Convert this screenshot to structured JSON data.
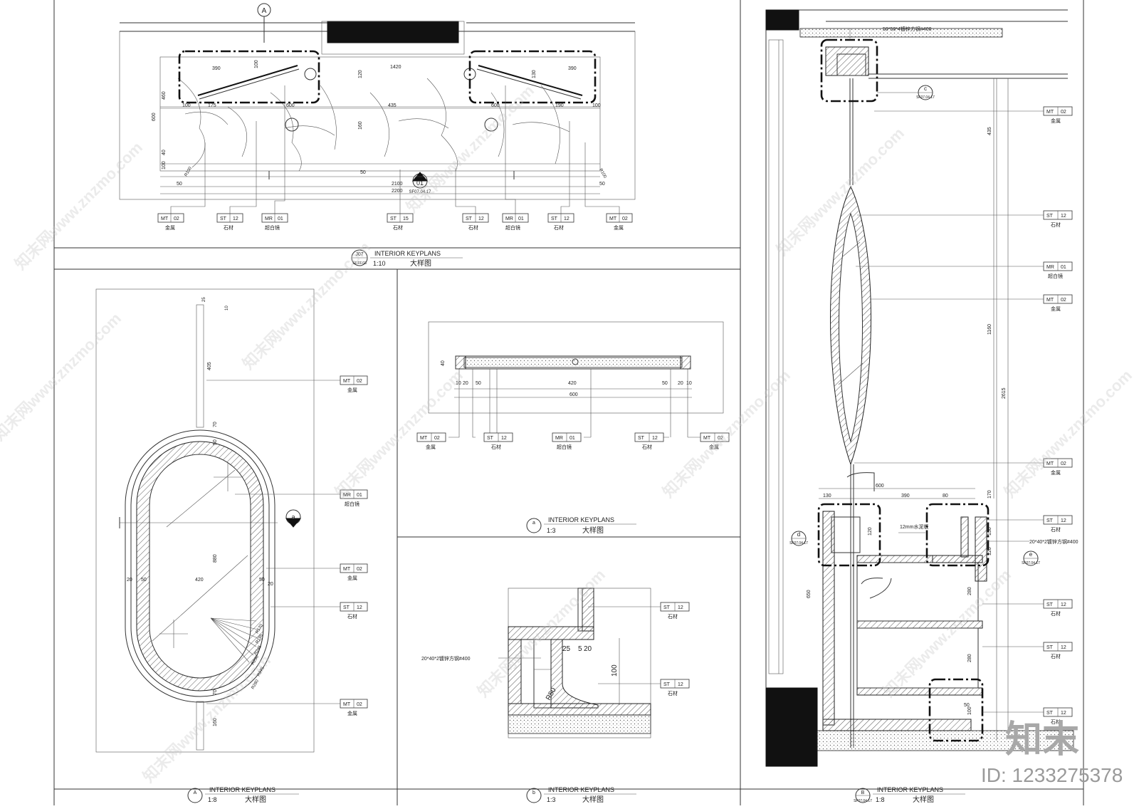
{
  "panels": {
    "top": {
      "marker": "J07",
      "sheet_ref": "SF.FF.03",
      "title_en": "INTERIOR KEYPLANS",
      "scale": "1:10",
      "title_cn": "大样图",
      "section_mark": "A",
      "elev_mark": "01",
      "elev_ref": "SF07.04.17"
    },
    "left": {
      "marker": "A",
      "title_en": "INTERIOR KEYPLANS",
      "scale": "1:8",
      "title_cn": "大样图",
      "section_mark": "a"
    },
    "mid_top": {
      "marker": "a",
      "title_en": "INTERIOR KEYPLANS",
      "scale": "1:3",
      "title_cn": "大样图"
    },
    "mid_bottom": {
      "marker": "b",
      "title_en": "INTERIOR KEYPLANS",
      "scale": "1:3",
      "title_cn": "大样图",
      "steel_note": "20*40*2镀锌方钢#400"
    },
    "right": {
      "marker": "B",
      "sheet_ref": "SF07.04.17",
      "title_en": "INTERIOR KEYPLANS",
      "scale": "1:8",
      "title_cn": "大样图",
      "steel_top": "50*50*4镀锌方钢#400",
      "steel_mid": "20*40*2镀锌方钢#400",
      "cement_board": "12mm水泥板",
      "callout_c": "c",
      "callout_d": "d",
      "callout_e": "e",
      "callout_ref": "SF07.04.17"
    }
  },
  "materials": {
    "metal": {
      "code": "MT",
      "num": "02",
      "name": "金属"
    },
    "stone12": {
      "code": "ST",
      "num": "12",
      "name": "石材"
    },
    "stone15": {
      "code": "ST",
      "num": "15",
      "name": "石材"
    },
    "mirror": {
      "code": "MR",
      "num": "01",
      "name": "超白镜"
    }
  },
  "dims": {
    "top": {
      "d390a": "390",
      "d1420": "1420",
      "d390b": "390",
      "d100a": "100",
      "d175": "175",
      "d600a": "600",
      "d435": "435",
      "d600b": "600",
      "d190": "190",
      "d100b": "100",
      "d2100": "2100",
      "d2200": "2200",
      "d50a": "50",
      "d50b": "50",
      "d50c": "50",
      "d460": "460",
      "d600v": "600",
      "d40": "40",
      "d100v": "100",
      "d160": "160",
      "d120": "120",
      "d130": "130",
      "r100a": "R100",
      "r100b": "R100",
      "d100c": "100"
    },
    "left": {
      "d405": "405",
      "d70a": "70",
      "d50a": "50",
      "d880": "880",
      "d420": "420",
      "d20a": "20",
      "d50b": "50",
      "d50c": "50",
      "d20b": "20",
      "d70b": "70",
      "d160": "160",
      "d25": "25",
      "d10": "10",
      "r170": "R170",
      "r195": "R195",
      "r245": "R245",
      "r250": "R250",
      "r275": "R275",
      "r280": "R280"
    },
    "mid_top": {
      "d40": "40",
      "d10a": "10",
      "d20a": "20",
      "d50a": "50",
      "d420": "420",
      "d50b": "50",
      "d20b": "20",
      "d10b": "10",
      "d600": "600"
    },
    "mid_bottom": {
      "d25": "25",
      "d5": "5",
      "d20": "20",
      "d100": "100",
      "r50": "R50"
    },
    "right": {
      "d435": "435",
      "d1160": "1160",
      "d2615": "2615",
      "d170": "170",
      "d150": "150",
      "d120a": "120",
      "d280a": "280",
      "d280b": "280",
      "d100": "100",
      "d650": "650",
      "d600": "600",
      "d390": "390",
      "d130": "130",
      "d80": "80",
      "d120b": "120",
      "d50": "50"
    }
  },
  "branding": {
    "logo": "知末",
    "id_text": "ID: 1233275378",
    "watermark": "知末网www.znzmo.com"
  }
}
